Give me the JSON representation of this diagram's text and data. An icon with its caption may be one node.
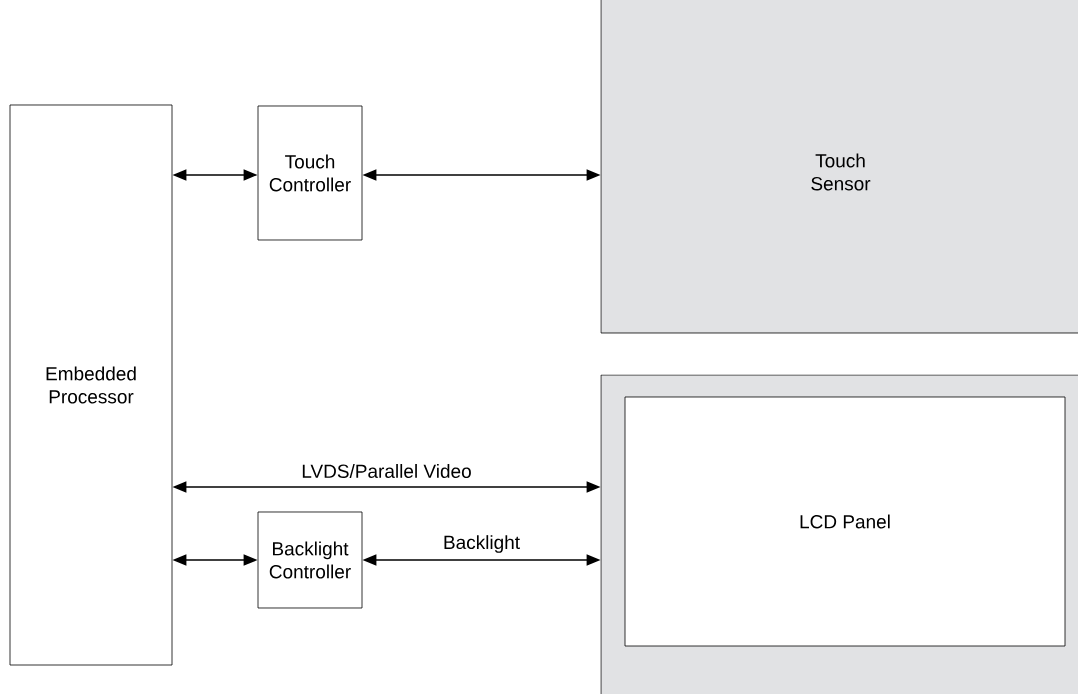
{
  "diagram": {
    "nodes": [
      {
        "text": [
          "Embedded Processor"
        ]
      },
      {
        "text": [
          "Touch Controller"
        ]
      },
      {
        "text": [
          "Touch Sensor"
        ]
      },
      {
        "text": [],
        "shape": "box"
      },
      {
        "text": [
          "LCD Panel"
        ],
        "in": 3
      },
      {
        "text": [
          "Backlight Controller"
        ]
      }
    ],
    "edges": [
      {
        "from": 0,
        "to": 1,
        "arrow": "both"
      },
      {
        "from": 1,
        "to": 2,
        "arrow": "both"
      },
      {
        "from": 0,
        "to": 3,
        "arrow": "both",
        "label": "LVDS/Parallel Video"
      },
      {
        "from": 0,
        "to": 5,
        "arrow": "both"
      },
      {
        "from": 5,
        "to": 3,
        "arrow": "both",
        "label": "Backlight"
      }
    ]
  }
}
